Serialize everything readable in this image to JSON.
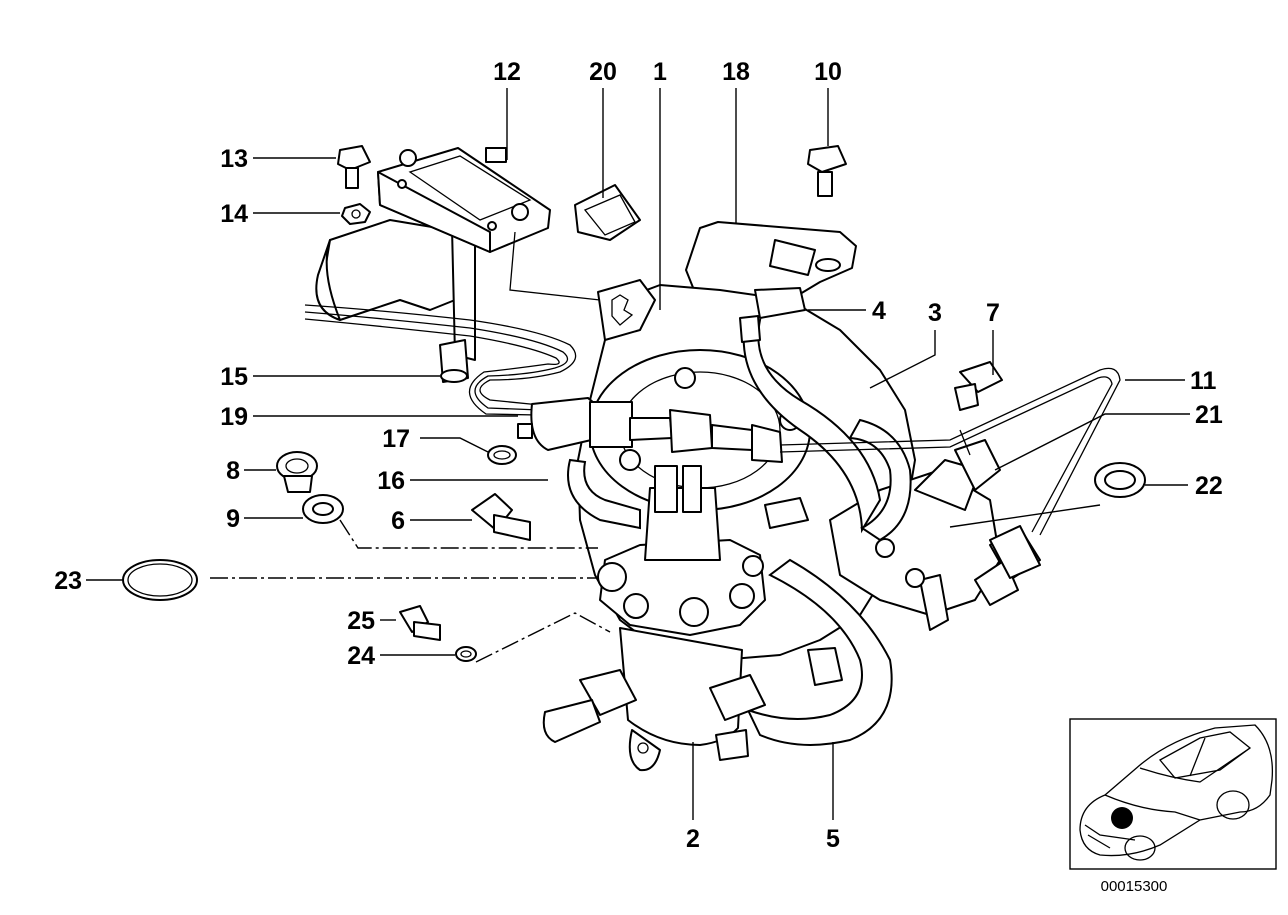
{
  "diagram": {
    "callouts": [
      {
        "id": "12",
        "text": "12"
      },
      {
        "id": "20",
        "text": "20"
      },
      {
        "id": "1",
        "text": "1"
      },
      {
        "id": "18",
        "text": "18"
      },
      {
        "id": "10",
        "text": "10"
      },
      {
        "id": "13",
        "text": "13"
      },
      {
        "id": "14",
        "text": "14"
      },
      {
        "id": "4",
        "text": "4"
      },
      {
        "id": "3",
        "text": "3"
      },
      {
        "id": "7",
        "text": "7"
      },
      {
        "id": "15",
        "text": "15"
      },
      {
        "id": "11",
        "text": "11"
      },
      {
        "id": "19",
        "text": "19"
      },
      {
        "id": "21",
        "text": "21"
      },
      {
        "id": "17",
        "text": "17"
      },
      {
        "id": "8",
        "text": "8"
      },
      {
        "id": "16",
        "text": "16"
      },
      {
        "id": "22",
        "text": "22"
      },
      {
        "id": "9",
        "text": "9"
      },
      {
        "id": "6",
        "text": "6"
      },
      {
        "id": "23",
        "text": "23"
      },
      {
        "id": "25",
        "text": "25"
      },
      {
        "id": "24",
        "text": "24"
      },
      {
        "id": "2",
        "text": "2"
      },
      {
        "id": "5",
        "text": "5"
      }
    ],
    "reference_number": "00015300"
  }
}
